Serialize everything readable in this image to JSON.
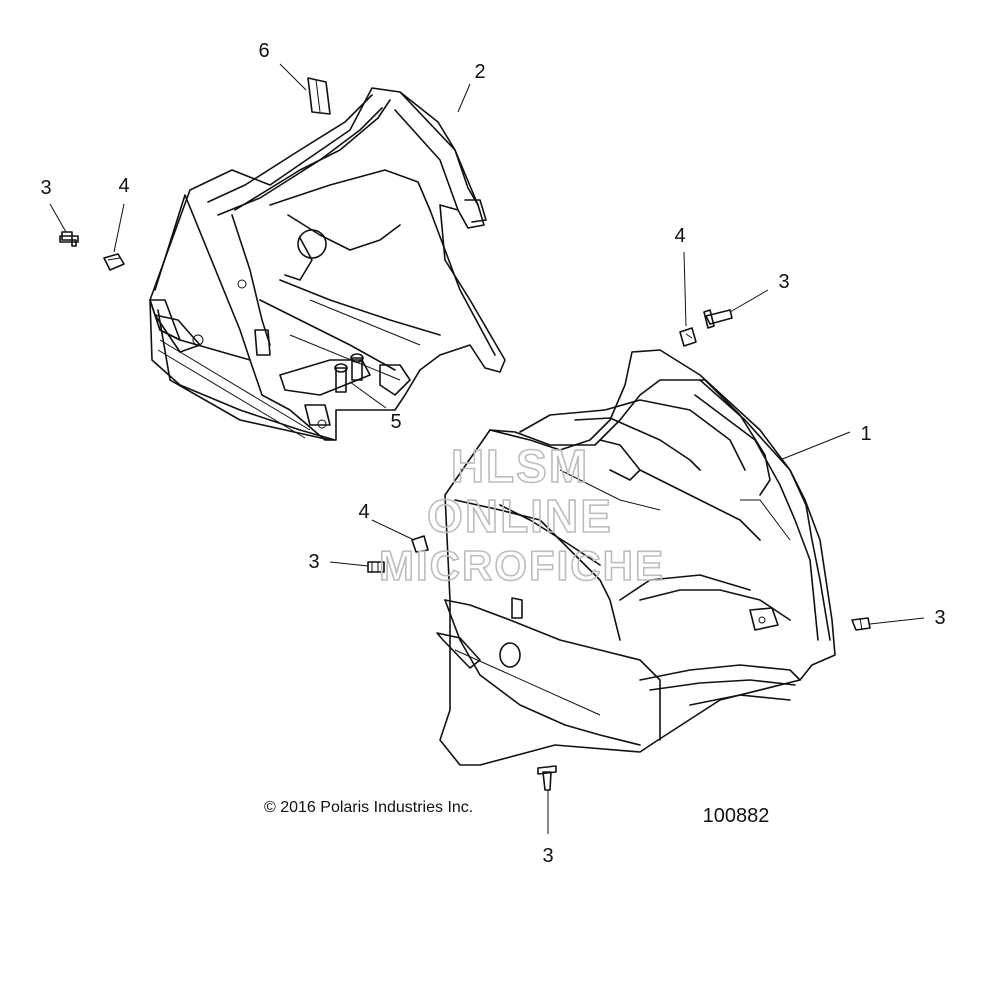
{
  "callouts": {
    "c6": "6",
    "c2": "2",
    "c3_top_left": "3",
    "c4_top_left": "4",
    "c4_right": "4",
    "c3_right": "3",
    "c5": "5",
    "c1": "1",
    "c4_mid": "4",
    "c3_mid": "3",
    "c3_far_right": "3",
    "c3_bottom": "3"
  },
  "watermark": {
    "line1": "HLSM",
    "line2": "ONLINE",
    "line3": "MICROFICHE"
  },
  "footer": {
    "copyright": "© 2016 Polaris Industries Inc.",
    "diagram_number": "100882"
  }
}
